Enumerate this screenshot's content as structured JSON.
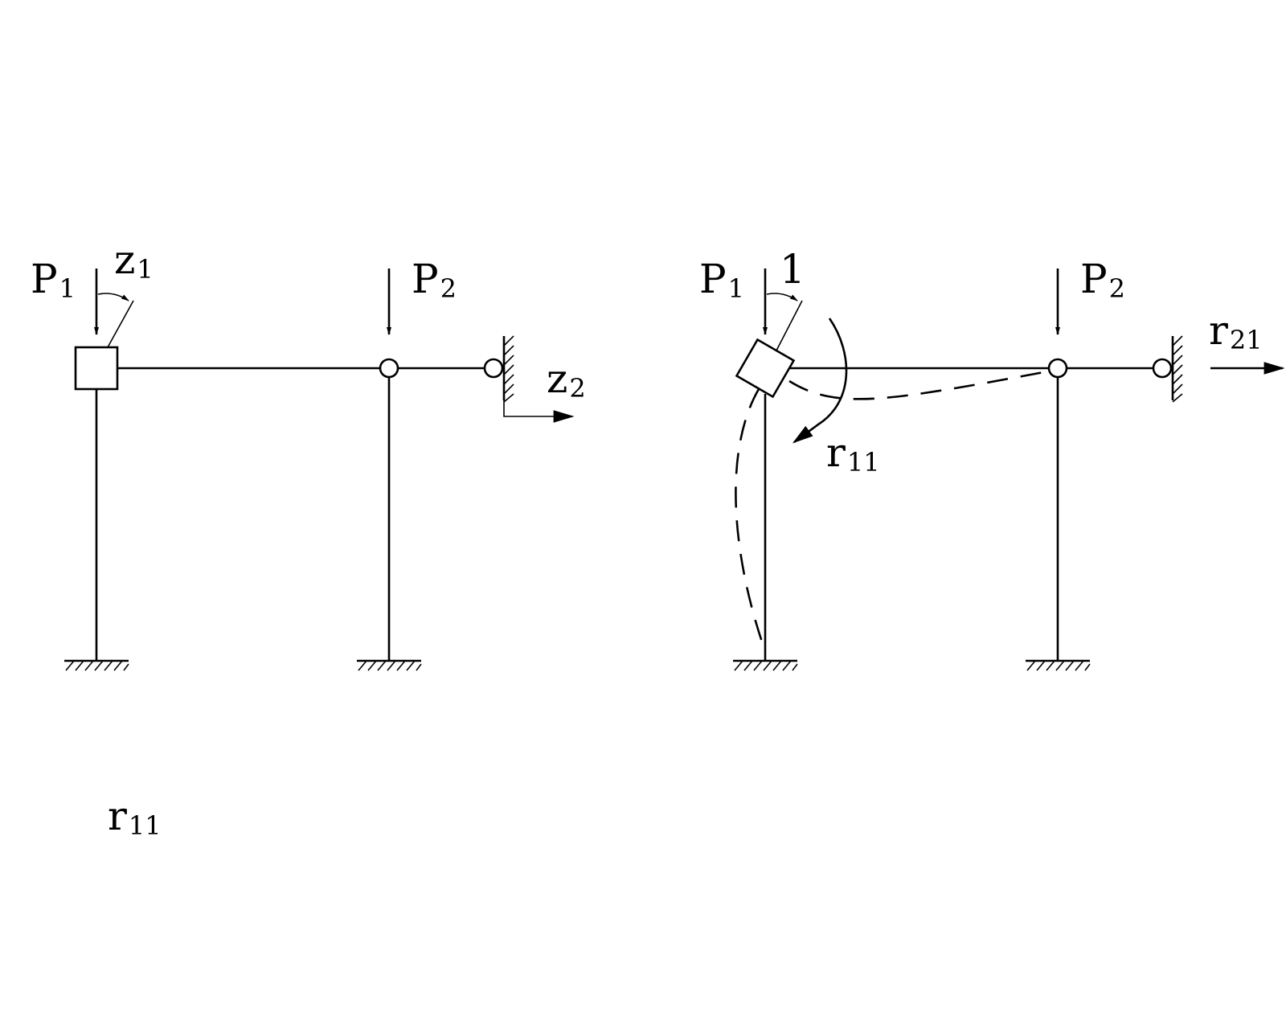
{
  "left_frame": {
    "p1": {
      "main": "P",
      "sub": "1"
    },
    "p2": {
      "main": "P",
      "sub": "2"
    },
    "z1": {
      "main": "z",
      "sub": "1"
    },
    "z2": {
      "main": "z",
      "sub": "2"
    }
  },
  "right_frame": {
    "p1": {
      "main": "P",
      "sub": "1"
    },
    "p2": {
      "main": "P",
      "sub": "2"
    },
    "unit": "1",
    "r11": {
      "main": "r",
      "sub": "11"
    },
    "r21": {
      "main": "r",
      "sub": "21"
    }
  },
  "bottom_label": {
    "main": "r",
    "sub": "11"
  },
  "colors": {
    "ink": "#000000",
    "background": "#ffffff"
  }
}
